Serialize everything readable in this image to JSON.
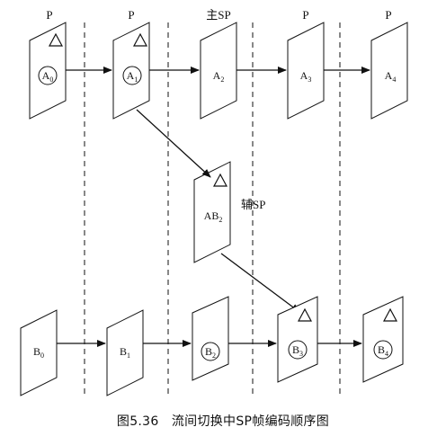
{
  "top_labels": [
    "P",
    "P",
    "主SP",
    "P",
    "P"
  ],
  "side_label": "辅SP",
  "frames": {
    "A0": {
      "base": "A",
      "sub": "0"
    },
    "A1": {
      "base": "A",
      "sub": "1"
    },
    "A2": {
      "base": "A",
      "sub": "2"
    },
    "A3": {
      "base": "A",
      "sub": "3"
    },
    "A4": {
      "base": "A",
      "sub": "4"
    },
    "AB2": {
      "base": "AB",
      "sub": "2"
    },
    "B0": {
      "base": "B",
      "sub": "0"
    },
    "B1": {
      "base": "B",
      "sub": "1"
    },
    "B2": {
      "base": "B",
      "sub": "2"
    },
    "B3": {
      "base": "B",
      "sub": "3"
    },
    "B4": {
      "base": "B",
      "sub": "4"
    }
  },
  "caption": "图5.36　流间切换中SP帧编码顺序图"
}
